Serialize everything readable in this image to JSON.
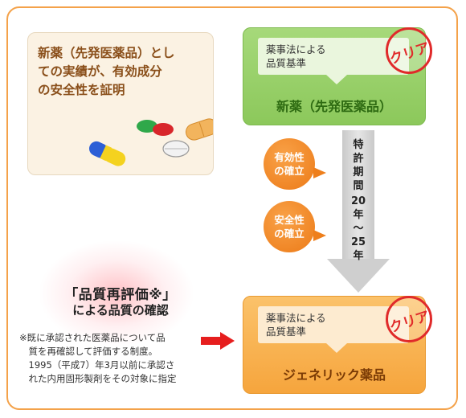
{
  "intro": {
    "lines": [
      "新薬（先発医薬品）とし",
      "ての実績が、有効成分",
      "の安全性を証明"
    ]
  },
  "new_drug_box": {
    "inner_lines": [
      "薬事法による",
      "品質基準"
    ],
    "title": "新薬（先発医薬品）",
    "stamp": "クリア",
    "color": "#8cc85b"
  },
  "generic_box": {
    "inner_lines": [
      "薬事法による",
      "品質基準"
    ],
    "title": "ジェネリック薬品",
    "stamp": "クリア",
    "color": "#f6a53d"
  },
  "patent": {
    "label_chars": [
      "特",
      "許",
      "期",
      "間"
    ],
    "years_chars": [
      "20",
      "年",
      "〜",
      "25",
      "年"
    ]
  },
  "bubbles": [
    {
      "lines": [
        "有効性",
        "の確立"
      ]
    },
    {
      "lines": [
        "安全性",
        "の確立"
      ]
    }
  ],
  "reevaluation": {
    "title": "「品質再評価※」",
    "subtitle": "による品質の確認",
    "note_lines": [
      "※既に承認された医薬品について品",
      "　質を再確認して評価する制度。",
      "　1995（平成7）年3月以前に承認さ",
      "　れた内用固形製剤をその対象に指定"
    ]
  },
  "colors": {
    "frame": "#f4a24a",
    "stamp": "#e02a2a",
    "bubble": "#ec7a17",
    "arrow_red": "#e61e1e"
  }
}
